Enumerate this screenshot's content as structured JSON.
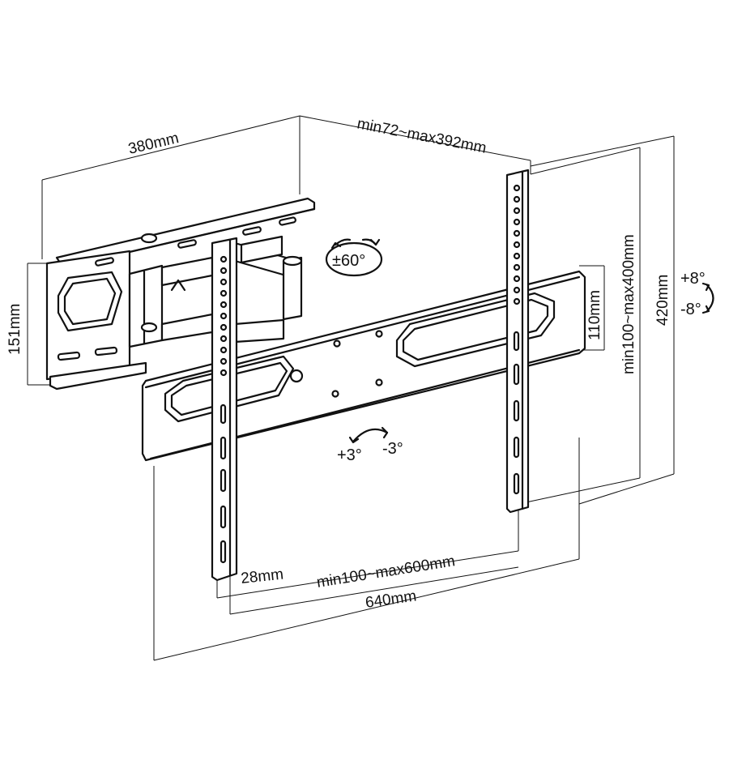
{
  "dimensions": {
    "wall_plate_width": "380mm",
    "depth": "min72~max392mm",
    "wall_plate_height": "151mm",
    "arm_height": "110mm",
    "vertical_spacing": "min100~max400mm",
    "bracket_height": "420mm",
    "rail_width": "28mm",
    "horizontal_spacing": "min100~max600mm",
    "overall_width": "640mm"
  },
  "adjustments": {
    "swivel": "±60°",
    "tilt_up": "+8°",
    "tilt_down": "-8°",
    "rotation_plus": "+3°",
    "rotation_minus": "-3°"
  },
  "colors": {
    "line": "#111111",
    "background": "#ffffff"
  }
}
